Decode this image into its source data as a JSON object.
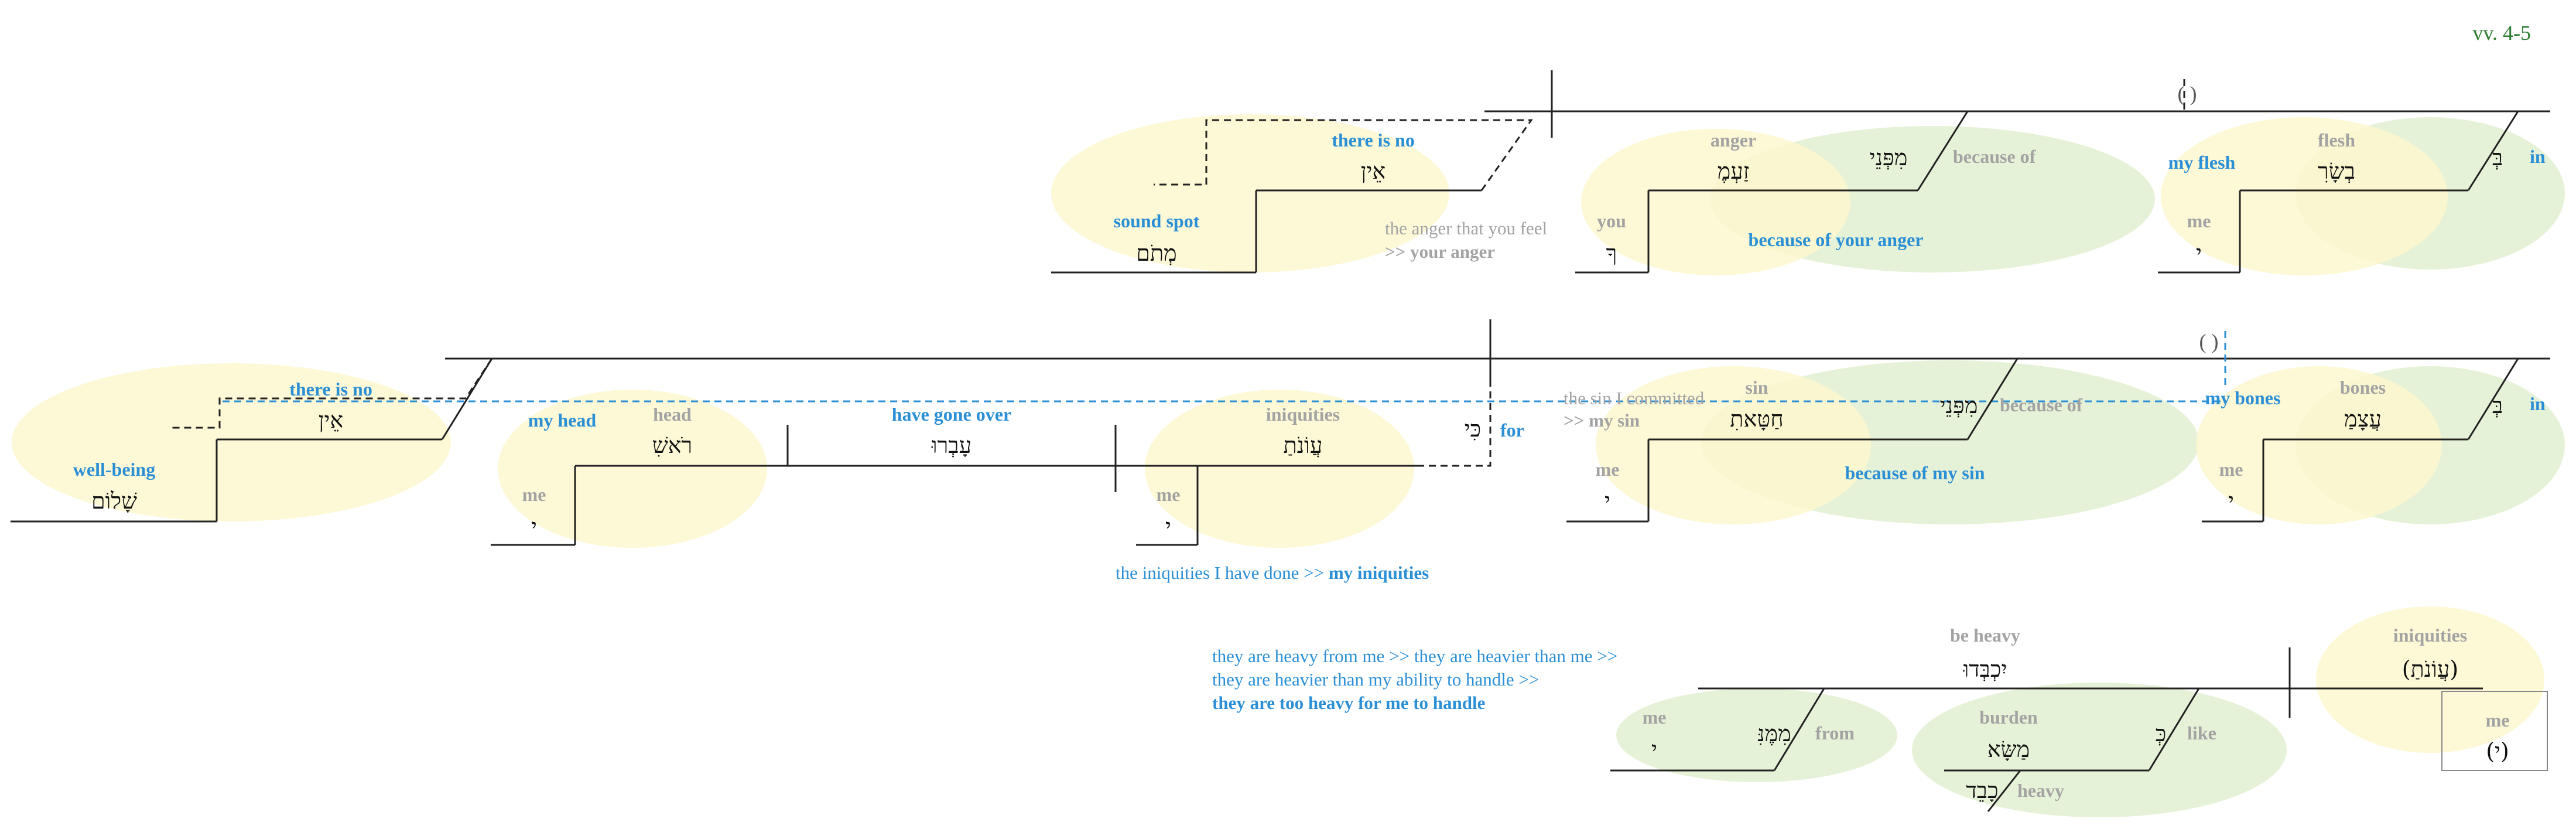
{
  "verse_ref": "vv. 4-5",
  "colors": {
    "blue": "#2b8fd6",
    "gray": "#a3a3a3",
    "green_text": "#2e7d32",
    "yellow_bubble": "#fdf7cf",
    "green_bubble": "#dcedc8"
  },
  "row1": {
    "paren": "( )",
    "in_heb": "בְּ",
    "in_gloss": "in",
    "flesh_heb": "בְשָׂרִ",
    "flesh_gloss": "flesh",
    "my_flesh": "my flesh",
    "me_heb": "י",
    "me_gloss": "me",
    "because_heb": "מִפְּנֵי",
    "because_gloss": "because of",
    "anger_heb": "זַעְמֶ",
    "anger_gloss": "anger",
    "you_heb": "ךָ",
    "you_gloss": "you",
    "because_anger": "because of your anger",
    "note_line1": "the anger that you feel",
    "note_prefix": ">> ",
    "note_bold": "your anger",
    "there_is_no_heb": "אֵין",
    "there_is_no_gloss": "there is no",
    "sound_spot_heb": "מְתֹם",
    "sound_spot_gloss": "sound spot"
  },
  "row2": {
    "paren": "( )",
    "in_heb": "בְּ",
    "in_gloss": "in",
    "bones_heb": "עֲצָמַ",
    "bones_gloss": "bones",
    "my_bones": "my bones",
    "me_heb": "י",
    "me_gloss": "me",
    "because_heb": "מִפְּנֵי",
    "because_gloss": "because of",
    "sin_heb": "חַטָּאתִ",
    "sin_gloss": "sin",
    "me2_heb": "י",
    "me2_gloss": "me",
    "because_sin": "because of my sin",
    "note_line1": "the sin I committed",
    "note_prefix": ">> ",
    "note_bold": "my sin",
    "for_heb": "כִּי",
    "for_gloss": "for",
    "iniquities_heb": "עֲוֹנֹתַ",
    "iniquities_gloss": "iniquities",
    "me3_heb": "י",
    "me3_gloss": "me",
    "gone_over_heb": "עָבְרוּ",
    "gone_over_gloss": "have gone over",
    "head_heb": "רֹאשִׁ",
    "head_gloss": "head",
    "my_head": "my head",
    "me4_heb": "י",
    "me4_gloss": "me",
    "there_is_no_heb": "אֵין",
    "there_is_no_gloss": "there is no",
    "wellbeing_heb": "שָׁלוֹם",
    "wellbeing_gloss": "well-being",
    "iniq_note_plain": "the iniquities I have done >> ",
    "iniq_note_bold": "my iniquities"
  },
  "row3": {
    "iniquities_gloss": "iniquities",
    "iniquities_heb": "(עֲוֹנֹתַ)",
    "me_gloss": "me",
    "me_heb": "(י)",
    "be_heavy_gloss": "be heavy",
    "be_heavy_heb": "יִכְבְּדוּ",
    "like_heb": "כְּ",
    "like_gloss": "like",
    "burden_heb": "מַשָּׂא",
    "burden_gloss": "burden",
    "heavy_heb": "כָבֵד",
    "heavy_gloss": "heavy",
    "from_heb": "מִמֶּנִּ",
    "from_gloss": "from",
    "me2_heb": "י",
    "me2_gloss": "me",
    "note_line1": "they are heavy from me >> they are heavier than me >>",
    "note_line2": "they are heavier than my ability to handle >>",
    "note_line3": "they are too heavy for me to handle"
  }
}
